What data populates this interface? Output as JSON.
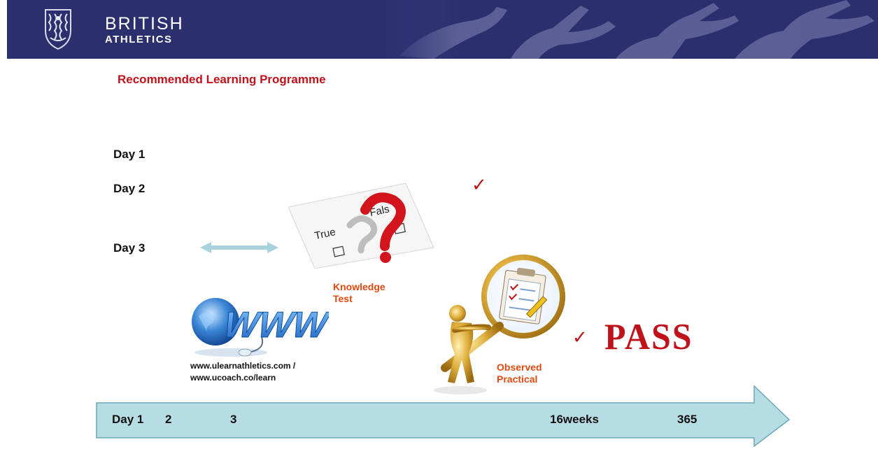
{
  "header": {
    "logo_line1": "BRITISH",
    "logo_line2": "ATHLETICS",
    "background": "#2b2f6e"
  },
  "title": "Recommended Learning Programme",
  "days": [
    "Day 1",
    "Day 2",
    "Day 3"
  ],
  "labels": {
    "knowledge_test": "Knowledge\nTest",
    "observed_practical": "Observed\nPractical",
    "pass": "PASS",
    "quiz_true": "True",
    "quiz_false": "Fals",
    "www_text": "WWW"
  },
  "urls": [
    "www.ulearnathletics.com  /",
    "www.ucoach.co/learn"
  ],
  "checkmarks": [
    "✓",
    "✓"
  ],
  "timeline": {
    "labels": [
      "Day 1",
      "2",
      "3",
      "16weeks",
      "365"
    ],
    "fill_color": "#b7dde4"
  },
  "colors": {
    "accent_red": "#c0121b",
    "label_orange": "#e04a10",
    "arrow_teal": "#a9d3dc"
  },
  "icons": [
    "british-athletics-crest",
    "athletes-silhouette",
    "true-false-quiz",
    "www-globe",
    "magnifying-glass-figure",
    "double-arrow"
  ]
}
